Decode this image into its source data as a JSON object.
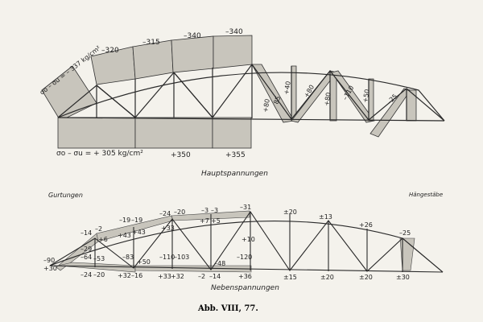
{
  "diagram": {
    "top": {
      "caption": "Hauptspannungen",
      "left_formula": "σo – σu = – 337 kg/cm²",
      "bottom_formula": "σo – σu = + 305 kg/cm²",
      "chord_top_values": [
        "–320",
        "–315",
        "–340",
        "–340"
      ],
      "chord_bottom_values": [
        "+350",
        "+355"
      ],
      "diagonal_values": [
        "+80",
        "85",
        "+40",
        "+80",
        "+80",
        "–110",
        "+50",
        "–25"
      ]
    },
    "bottom": {
      "label_left": "Gurtungen",
      "label_right": "Hängestäbe",
      "caption": "Nebenspannungen",
      "upper_values": [
        "–14",
        "–2",
        "–19",
        "–19",
        "–24",
        "–20",
        "–3",
        "–3",
        "–31",
        "+43",
        "+43",
        "+7",
        "+5",
        "±20",
        "±13",
        "+26",
        "–25"
      ],
      "lower_values": [
        "–90",
        "+30",
        "–24",
        "–20",
        "+32",
        "–16",
        "+33",
        "+32",
        "–2",
        "–14",
        "+36",
        "±15",
        "±20",
        "±20",
        "±30",
        "–53",
        "+50",
        "–110",
        "–103",
        "–48",
        "–120",
        "–83",
        "–64",
        "–29",
        "+6",
        "+33",
        "+10"
      ]
    },
    "figure_label": "Abb. VIII, 77."
  }
}
